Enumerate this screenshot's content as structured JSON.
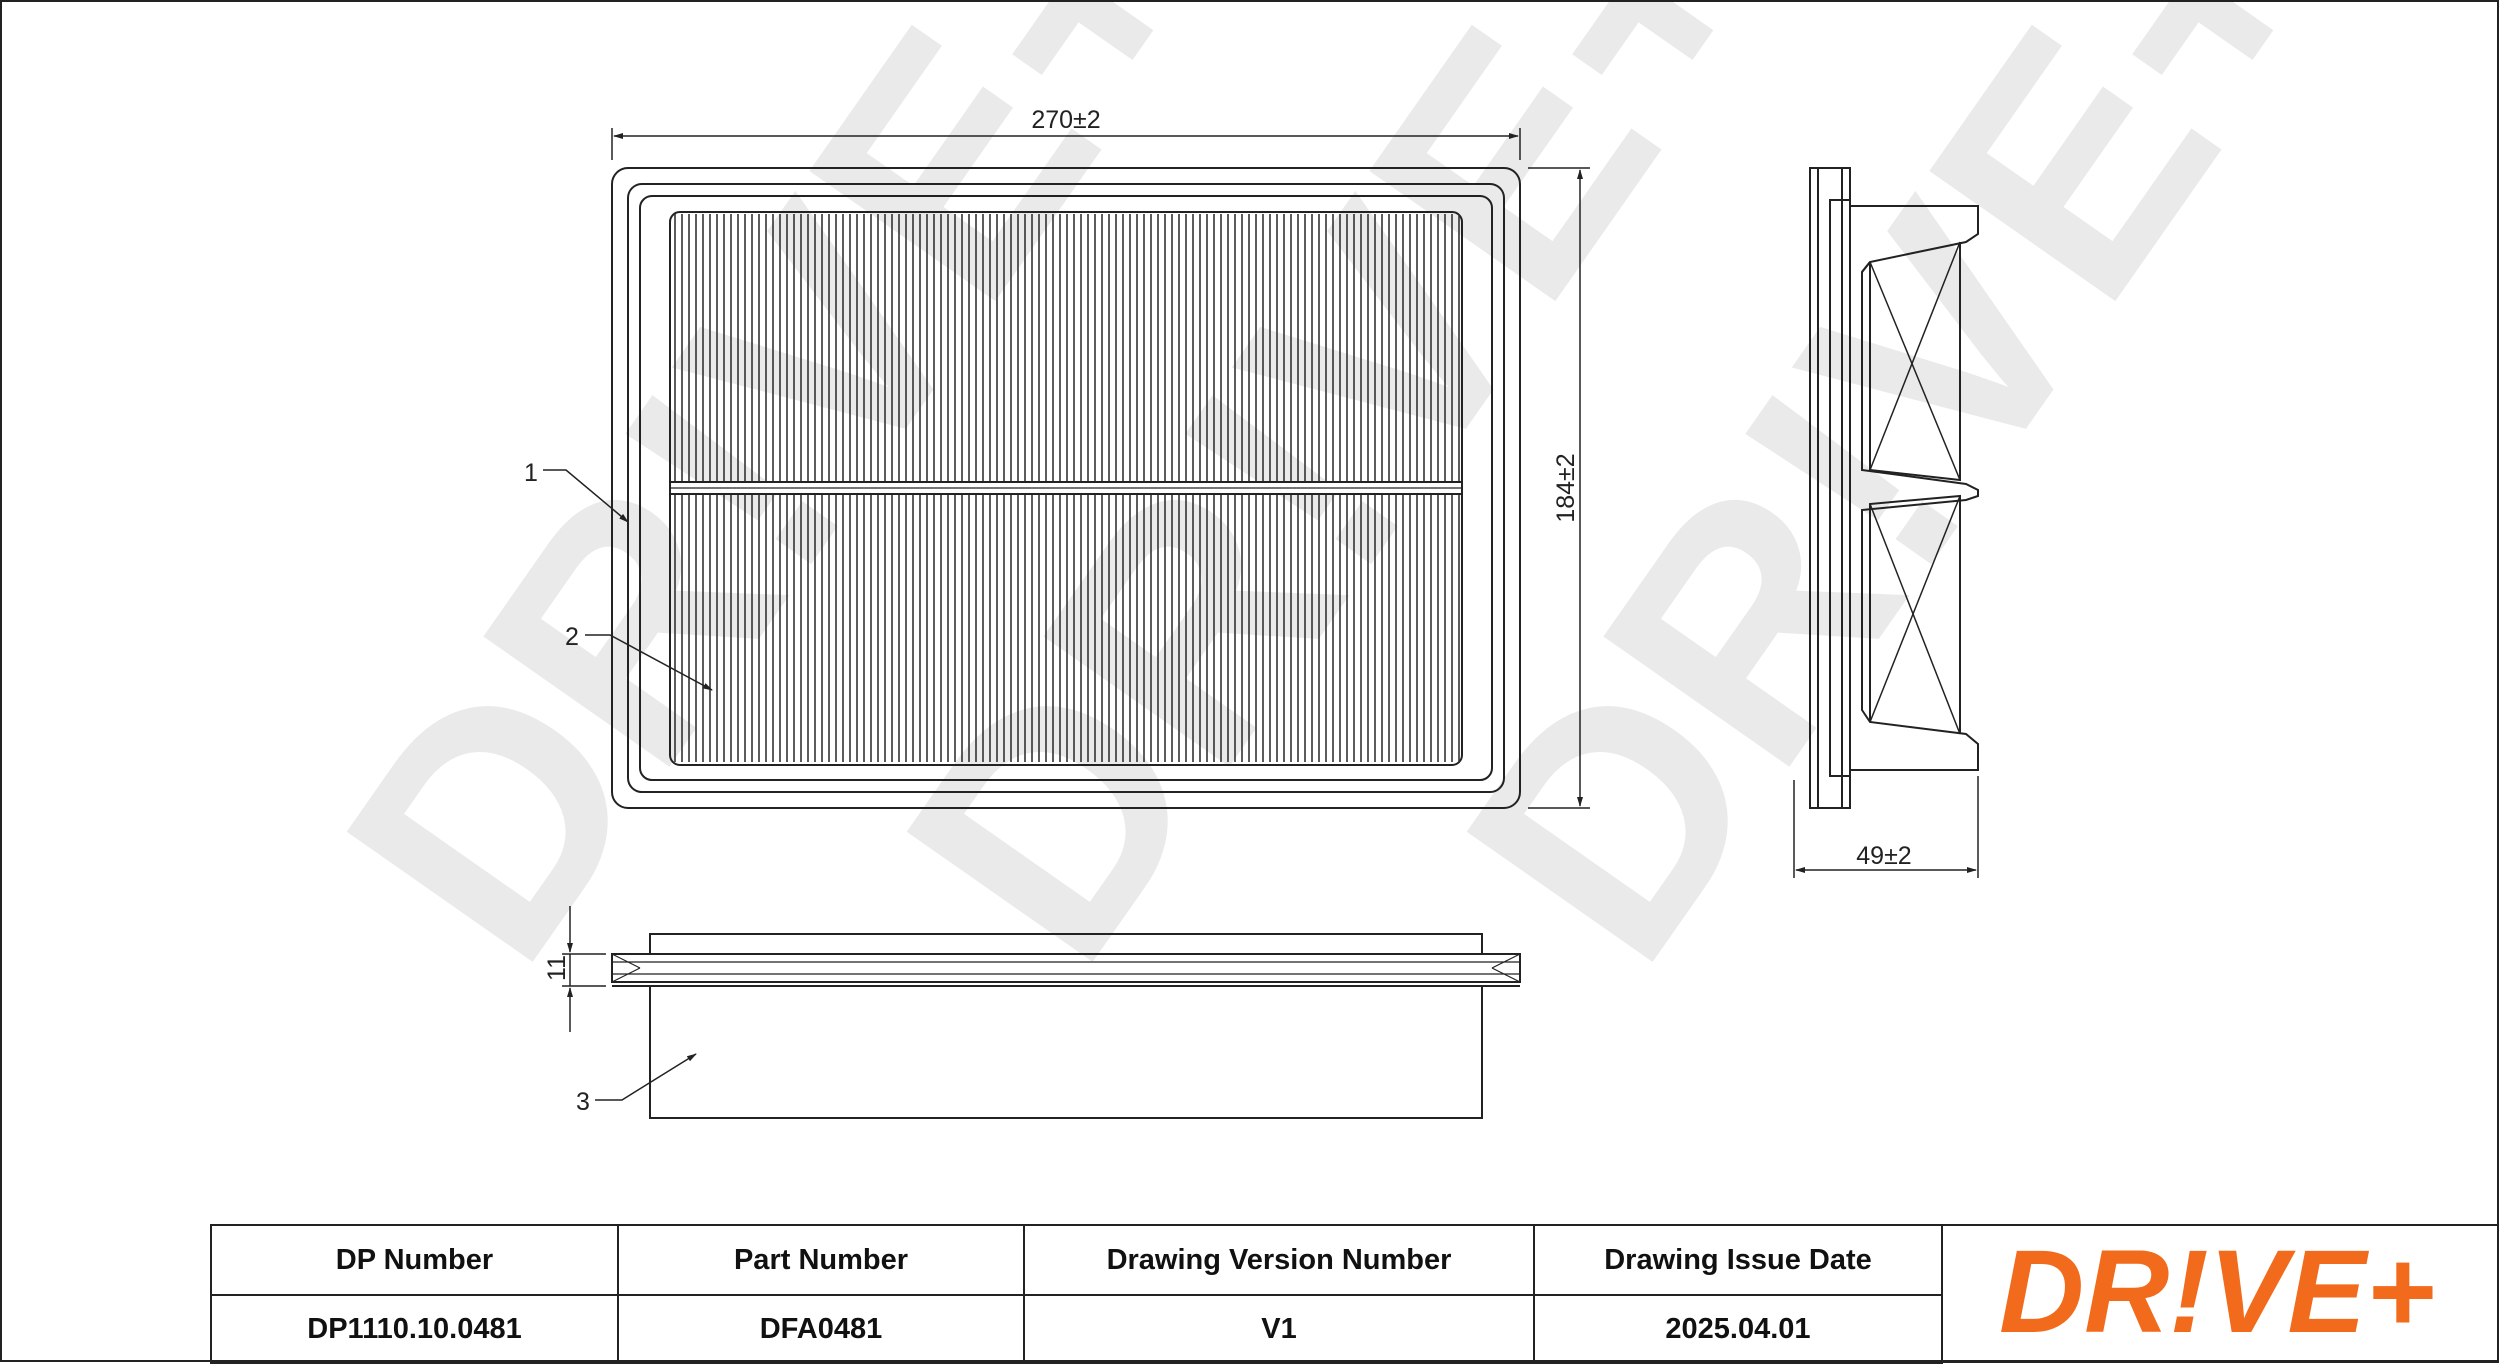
{
  "dimensions": {
    "width": "270±2",
    "height": "184±2",
    "depth": "49±2",
    "gasket": "11"
  },
  "callouts": [
    "1",
    "2",
    "3"
  ],
  "watermark": "DR!VE+",
  "title_block": {
    "headers": [
      "DP Number",
      "Part Number",
      "Drawing Version Number",
      "Drawing Issue Date"
    ],
    "values": [
      "DP1110.10.0481",
      "DFA0481",
      "V1",
      "2025.04.01"
    ]
  },
  "logo": {
    "text": "DR!VE+",
    "color": "#f26a1b"
  }
}
